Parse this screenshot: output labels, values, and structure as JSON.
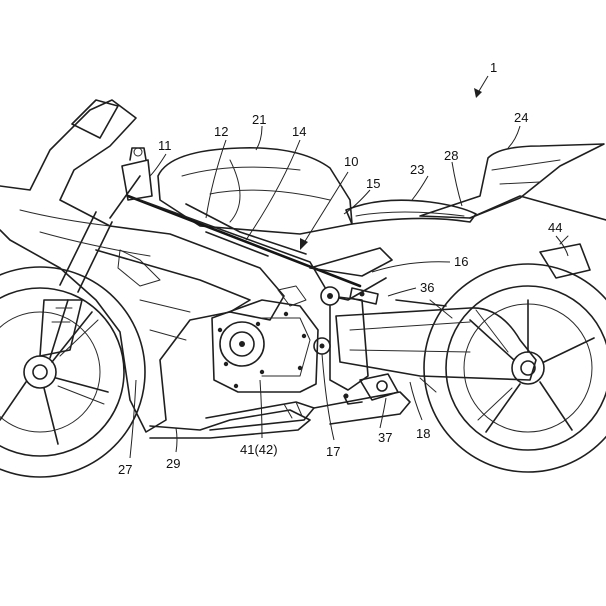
{
  "figure": {
    "reference_numerals": {
      "n1": "1",
      "n10": "10",
      "n11": "11",
      "n12": "12",
      "n14": "14",
      "n15": "15",
      "n16": "16",
      "n17": "17",
      "n18": "18",
      "n21": "21",
      "n23": "23",
      "n24": "24",
      "n27": "27",
      "n28": "28",
      "n29": "29",
      "n36": "36",
      "n37": "37",
      "n41": "41(42)",
      "n44": "44"
    }
  }
}
